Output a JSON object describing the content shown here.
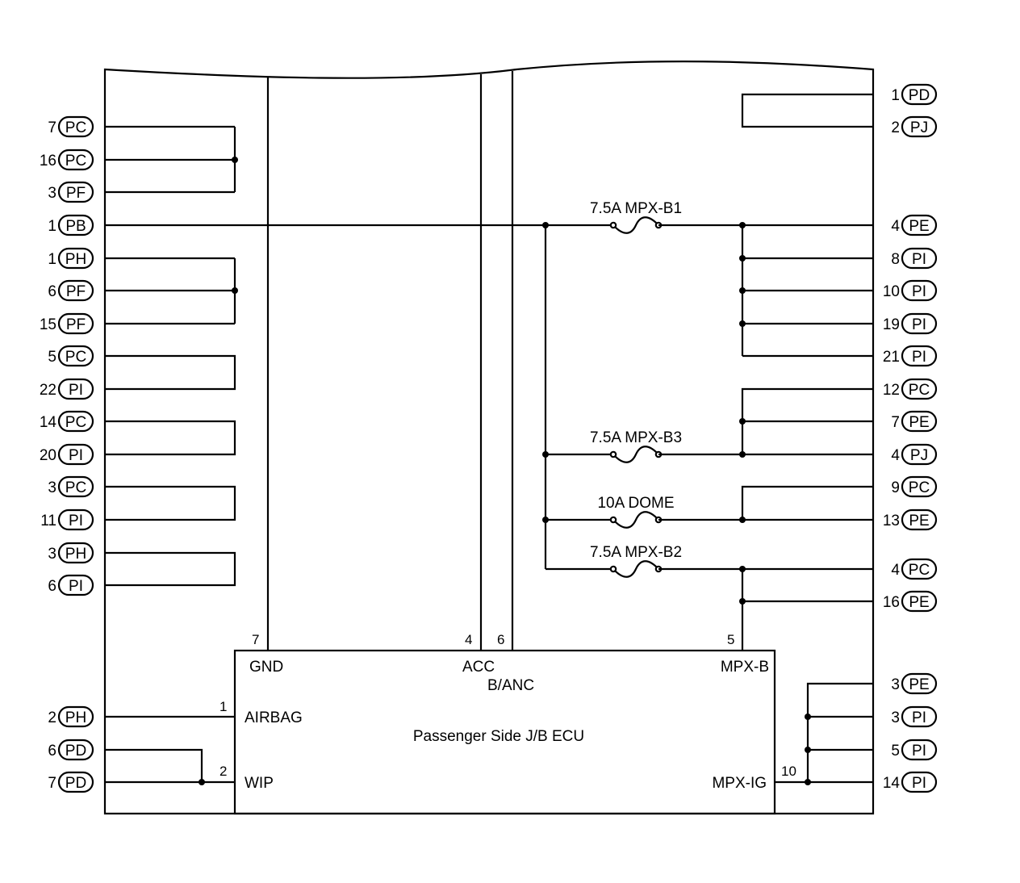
{
  "ecu": {
    "title": "Passenger Side J/B ECU",
    "terminals": [
      {
        "name": "GND",
        "pin": "7"
      },
      {
        "name": "ACC",
        "pin": "4"
      },
      {
        "name": "B/ANC",
        "pin": "6"
      },
      {
        "name": "MPX-B",
        "pin": "5"
      },
      {
        "name": "AIRBAG",
        "pin": "1"
      },
      {
        "name": "WIP",
        "pin": "2"
      },
      {
        "name": "MPX-IG",
        "pin": "10"
      }
    ]
  },
  "fuses": [
    {
      "label": "7.5A MPX-B1"
    },
    {
      "label": "7.5A MPX-B3"
    },
    {
      "label": "10A DOME"
    },
    {
      "label": "7.5A MPX-B2"
    }
  ],
  "left_connectors": [
    {
      "num": "7",
      "code": "PC"
    },
    {
      "num": "16",
      "code": "PC"
    },
    {
      "num": "3",
      "code": "PF"
    },
    {
      "num": "1",
      "code": "PB"
    },
    {
      "num": "1",
      "code": "PH"
    },
    {
      "num": "6",
      "code": "PF"
    },
    {
      "num": "15",
      "code": "PF"
    },
    {
      "num": "5",
      "code": "PC"
    },
    {
      "num": "22",
      "code": "PI"
    },
    {
      "num": "14",
      "code": "PC"
    },
    {
      "num": "20",
      "code": "PI"
    },
    {
      "num": "3",
      "code": "PC"
    },
    {
      "num": "11",
      "code": "PI"
    },
    {
      "num": "3",
      "code": "PH"
    },
    {
      "num": "6",
      "code": "PI"
    },
    {
      "num": "2",
      "code": "PH"
    },
    {
      "num": "6",
      "code": "PD"
    },
    {
      "num": "7",
      "code": "PD"
    }
  ],
  "right_connectors": [
    {
      "num": "1",
      "code": "PD"
    },
    {
      "num": "2",
      "code": "PJ"
    },
    {
      "num": "4",
      "code": "PE"
    },
    {
      "num": "8",
      "code": "PI"
    },
    {
      "num": "10",
      "code": "PI"
    },
    {
      "num": "19",
      "code": "PI"
    },
    {
      "num": "21",
      "code": "PI"
    },
    {
      "num": "12",
      "code": "PC"
    },
    {
      "num": "7",
      "code": "PE"
    },
    {
      "num": "4",
      "code": "PJ"
    },
    {
      "num": "9",
      "code": "PC"
    },
    {
      "num": "13",
      "code": "PE"
    },
    {
      "num": "4",
      "code": "PC"
    },
    {
      "num": "16",
      "code": "PE"
    },
    {
      "num": "3",
      "code": "PE"
    },
    {
      "num": "3",
      "code": "PI"
    },
    {
      "num": "5",
      "code": "PI"
    },
    {
      "num": "14",
      "code": "PI"
    }
  ]
}
